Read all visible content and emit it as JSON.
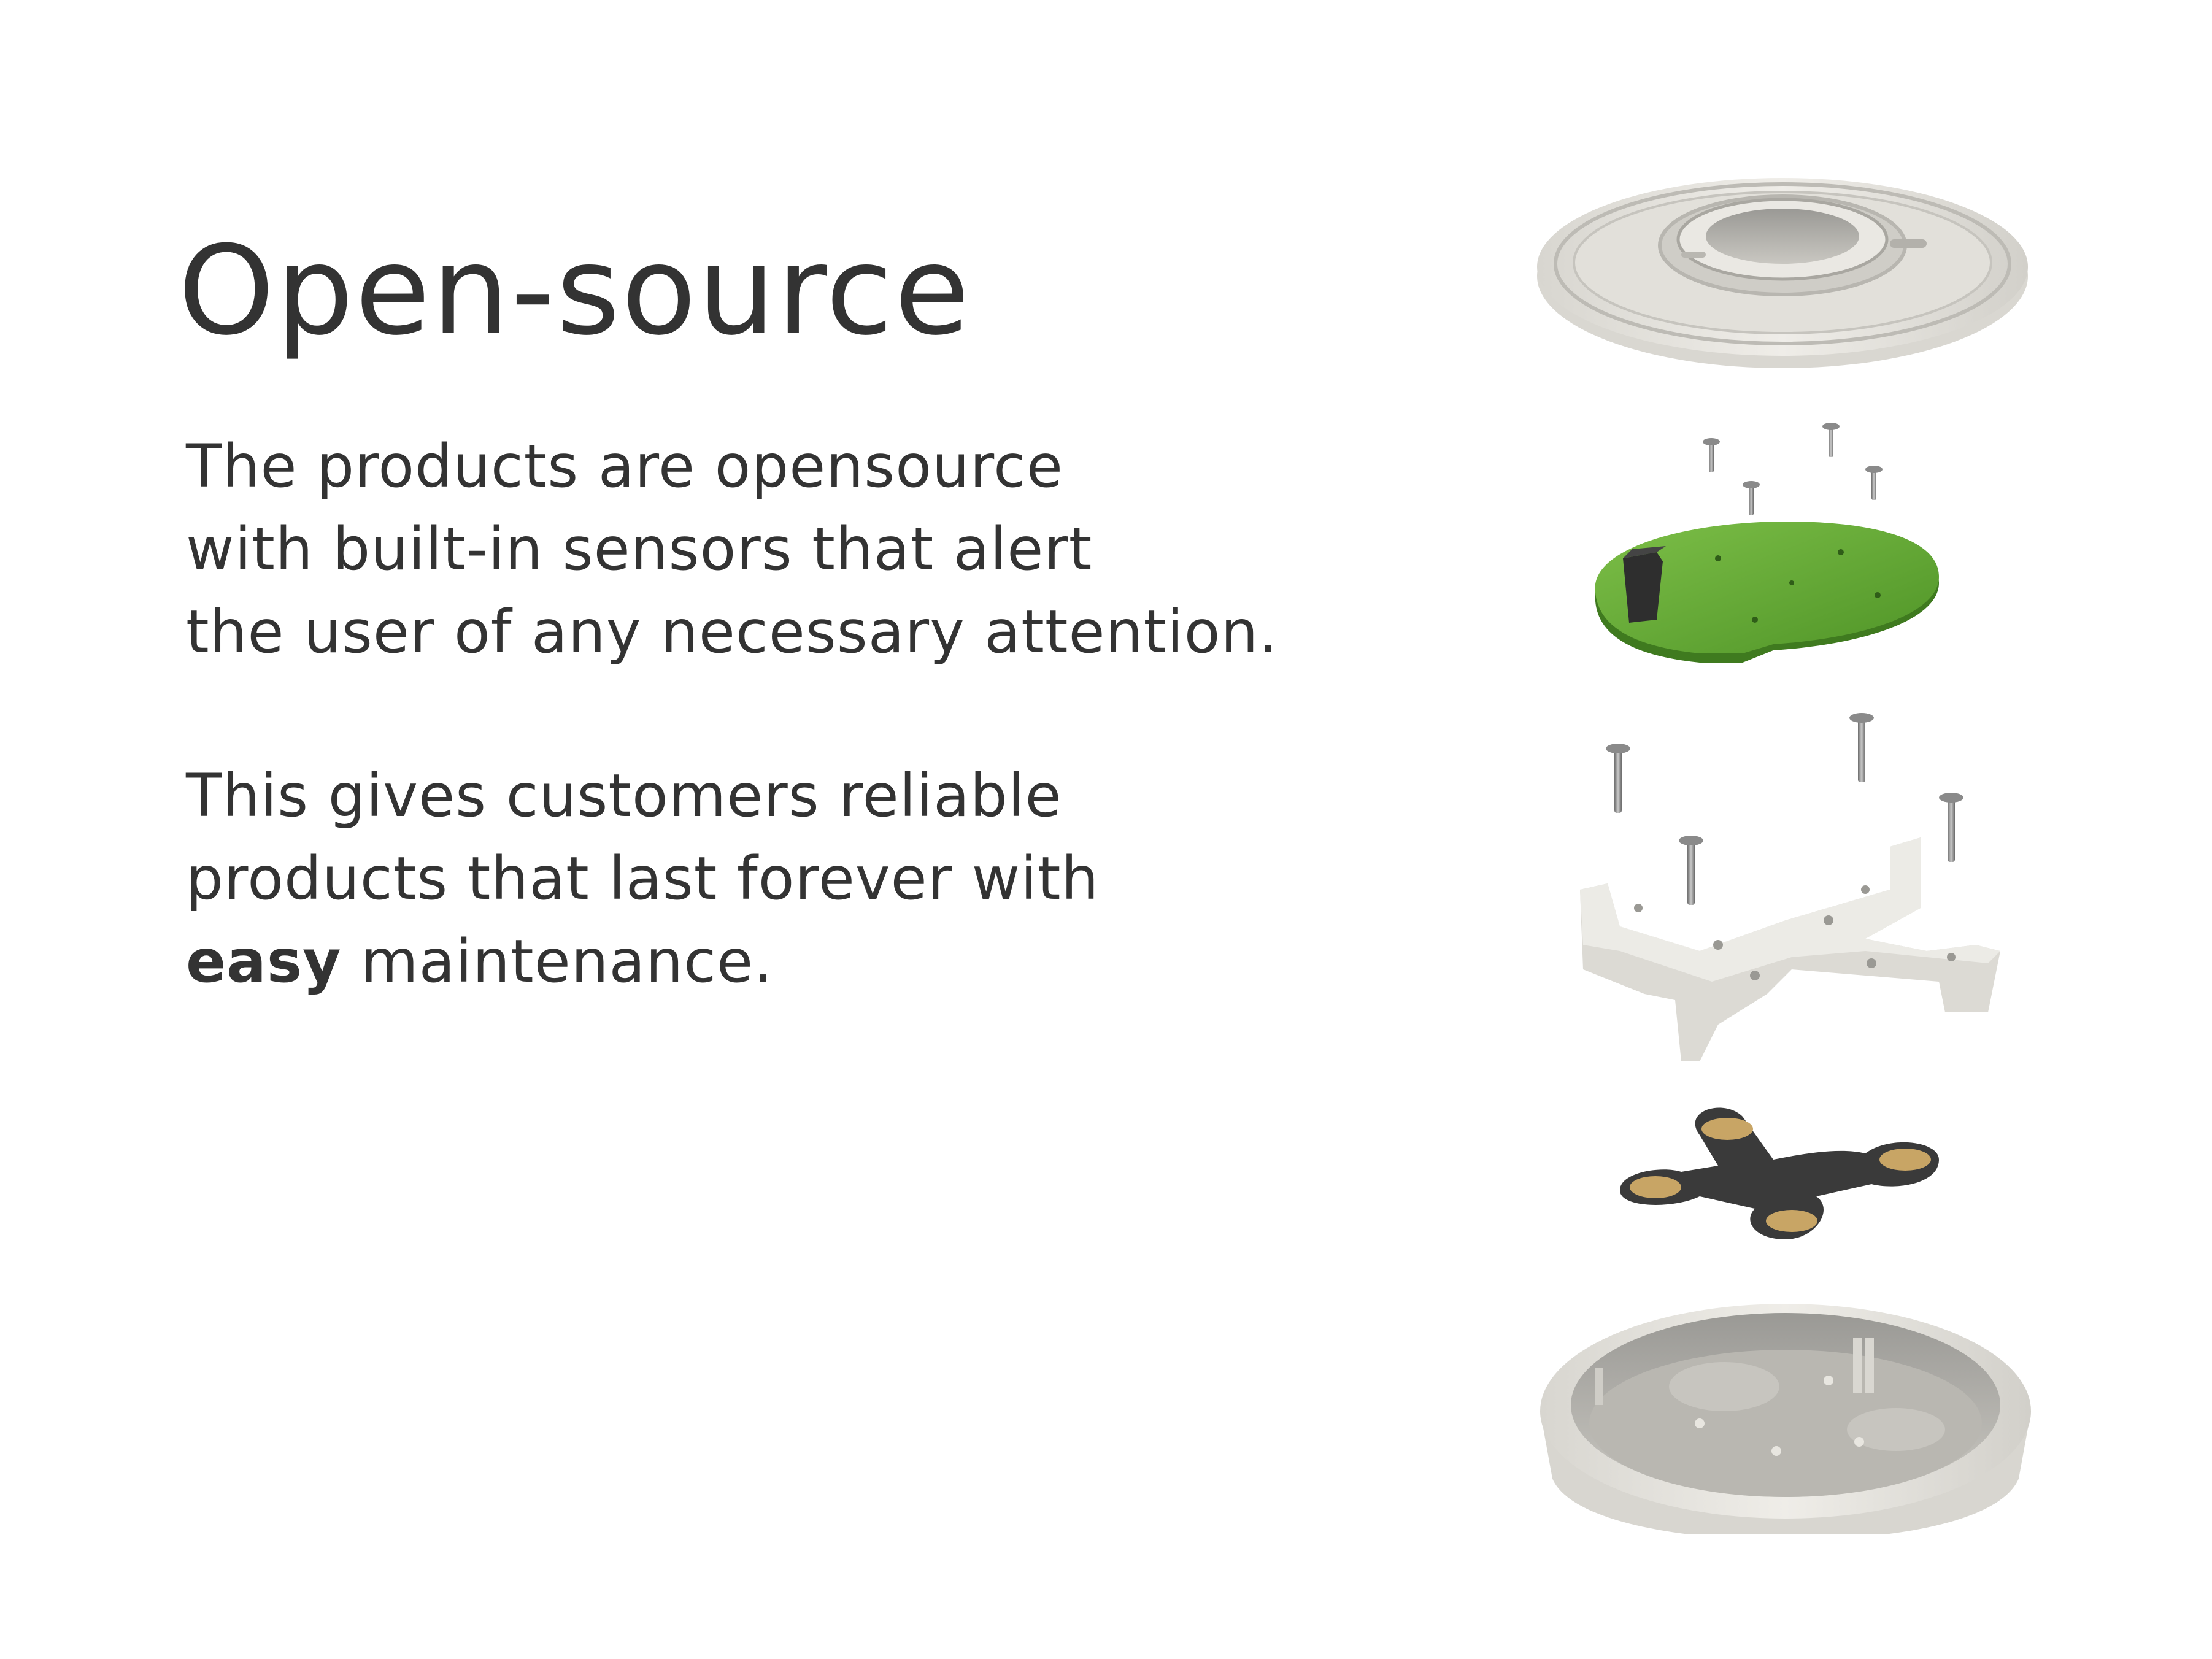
{
  "slide": {
    "title": "Open-source",
    "paragraph1": [
      "The products are opensource",
      "with built-in sensors that alert",
      "the user of any necessary attention."
    ],
    "paragraph2": {
      "line1": "This gives customers reliable",
      "line2": "products that last forever with",
      "line3_bold": "easy",
      "line3_rest": " maintenance."
    }
  },
  "colors": {
    "text": "#333333",
    "background": "#ffffff",
    "housing": "#e4e2dc",
    "pcb_green": "#5fa534",
    "gasket_dark": "#3a3a3a",
    "contact_gold": "#c8a565"
  },
  "illustration": {
    "icon": "exploded-assembly-icon",
    "parts": [
      "top-cover",
      "screws-small",
      "pcb-board",
      "screws-long",
      "frame-bracket",
      "sensor-gasket",
      "base-housing"
    ]
  }
}
